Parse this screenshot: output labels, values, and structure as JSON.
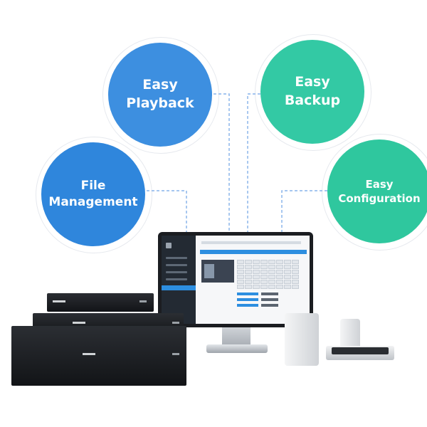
{
  "features": [
    {
      "id": "easy-playback",
      "label": "Easy\nPlayback",
      "color": "#3d8fe0"
    },
    {
      "id": "file-management",
      "label": "File\nManagement",
      "color": "#2f86dc"
    },
    {
      "id": "easy-backup",
      "label": "Easy\nBackup",
      "color": "#33c9a4"
    },
    {
      "id": "easy-configuration",
      "label": "Easy\nConfiguration",
      "color": "#2fc79e"
    }
  ],
  "colors": {
    "blue": "#3d8fe0",
    "green": "#33c9a4",
    "connector": "#6fa3e6",
    "ring": "#e6e9ee"
  }
}
